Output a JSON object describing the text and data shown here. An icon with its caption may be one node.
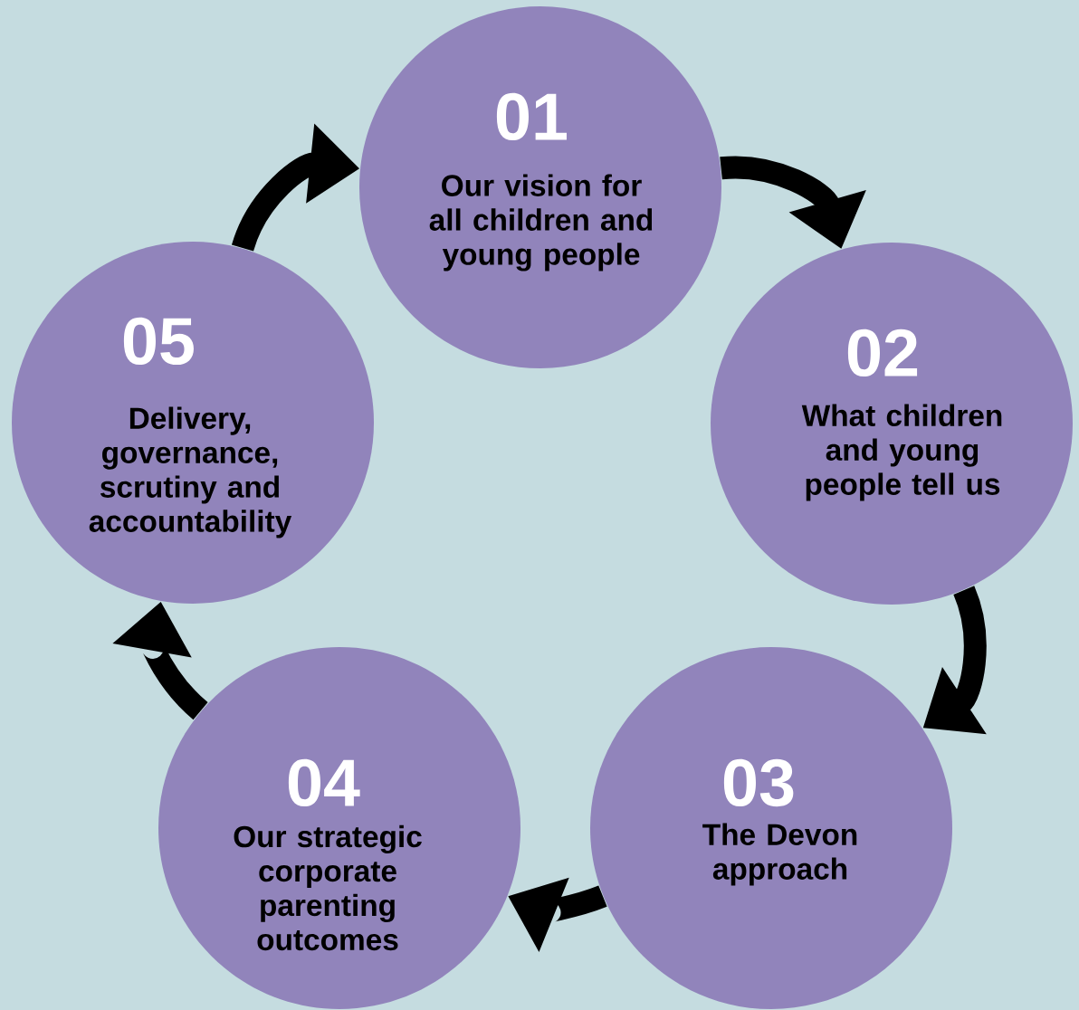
{
  "diagram": {
    "nodes": [
      {
        "text": [
          "01",
          "Our vision for all children and young people"
        ]
      },
      {
        "text": [
          "02",
          "What children and young people tell us"
        ]
      },
      {
        "text": [
          "03",
          "The Devon approach"
        ]
      },
      {
        "text": [
          "04",
          "Our strategic corporate parenting outcomes"
        ]
      },
      {
        "text": [
          "05",
          "Delivery, governance, scrutiny and accountability"
        ]
      }
    ],
    "edges": [
      {
        "from": 0,
        "to": 1,
        "arrow": "to"
      },
      {
        "from": 1,
        "to": 2,
        "arrow": "to"
      },
      {
        "from": 2,
        "to": 3,
        "arrow": "to"
      },
      {
        "from": 3,
        "to": 4,
        "arrow": "to"
      },
      {
        "from": 4,
        "to": 0,
        "arrow": "to"
      }
    ]
  }
}
